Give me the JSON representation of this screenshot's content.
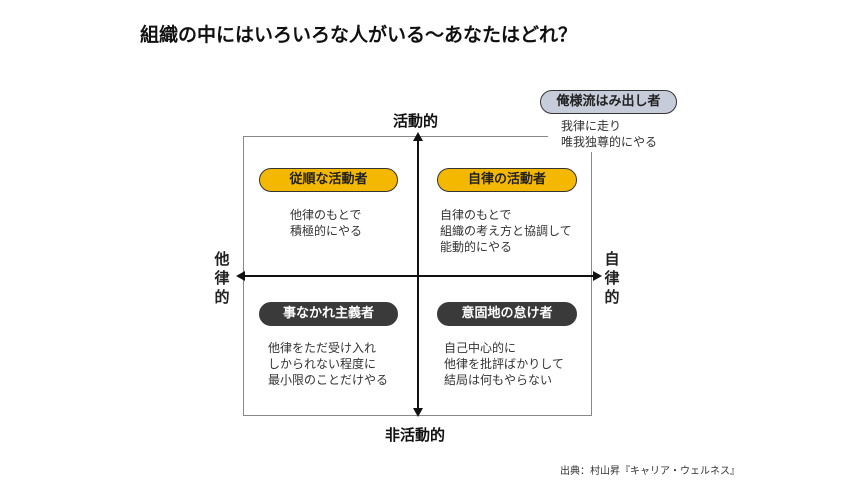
{
  "title": "組織の中にはいろいろな人がいる～あなたはどれ？",
  "axes": {
    "top": "活動的",
    "bottom": "非活動的",
    "left": "他律的",
    "right": "自律的"
  },
  "quadrants": [
    {
      "label": "従順な活動者",
      "desc": "他律のもとで\n積極的にやる"
    },
    {
      "label": "自律の活動者",
      "desc": "自律のもとで\n組織の考え方と協調して\n能動的にやる"
    },
    {
      "label": "事なかれ主義者",
      "desc": "他律をただ受け入れ\nしかられない程度に\n最小限のことだけやる"
    },
    {
      "label": "意固地の怠け者",
      "desc": "自己中心的に\n他律を批評ばかりして\n結局は何もやらない"
    }
  ],
  "outlier": {
    "label": "俺様流はみ出し者",
    "desc": "我律に走り\n唯我独尊的にやる"
  },
  "source": "出典：村山昇『キャリア・ウェルネス』",
  "colors": {
    "yellow": "#f5b800",
    "dark": "#3a3a3a",
    "gray": "#c6ccd9"
  }
}
